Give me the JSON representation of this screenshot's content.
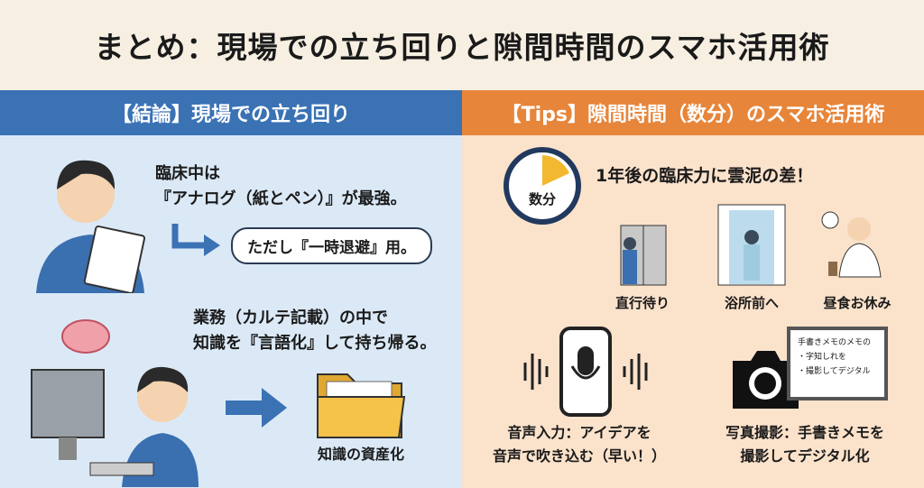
{
  "title": "まとめ：現場での立ち回りと隙間時間のスマホ活用術",
  "left": {
    "header": "【結論】現場での立ち回り",
    "point1_line1": "臨床中は",
    "point1_line2": "『アナログ（紙とペン）』が最強。",
    "bubble": "ただし『一時退避』用。",
    "point2_line1": "業務（カルテ記載）の中で",
    "point2_line2": "知識を『言語化』して持ち帰る。",
    "folder_caption": "知識の資産化"
  },
  "right": {
    "header": "【Tips】隙間時間（数分）のスマホ活用術",
    "clock_label": "数分",
    "headline": "1年後の臨床力に雲泥の差！",
    "scenes": [
      {
        "label": "直行待り"
      },
      {
        "label": "浴所前へ"
      },
      {
        "label": "昼食お休み"
      }
    ],
    "voice_line1": "音声入力：アイデアを",
    "voice_line2": "音声で吹き込む（早い！）",
    "photo_line1": "写真撮影：手書きメモを",
    "photo_line2": "撮影してデジタル化",
    "memo": {
      "title": "手書きメモのメモの",
      "line1": "・字知しれを",
      "line2": "・撮影してデジタル"
    }
  },
  "colors": {
    "blue": "#3a72b4",
    "orange": "#e7853a"
  }
}
